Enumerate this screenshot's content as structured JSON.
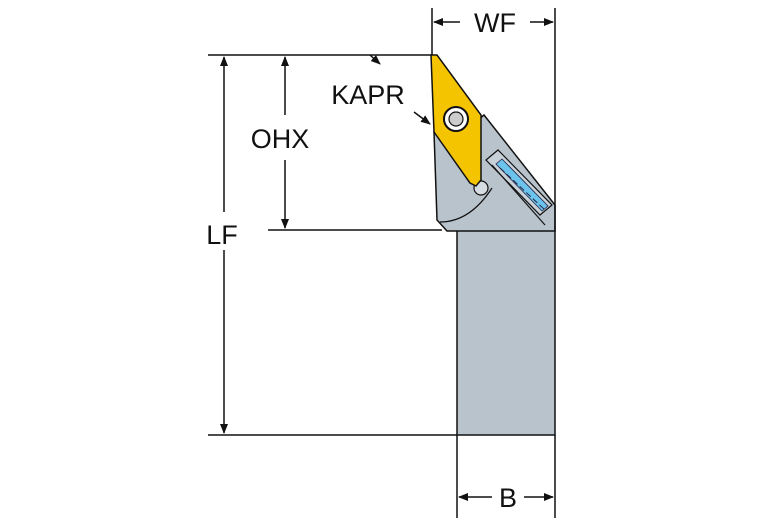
{
  "labels": {
    "wf": "WF",
    "kapr": "KAPR",
    "ohx": "OHX",
    "lf": "LF",
    "b": "B"
  },
  "colors": {
    "insert": "#f5c400",
    "holder": "#b9c3cc",
    "clamp_blue": "#6cc3ec",
    "line": "#111111"
  }
}
